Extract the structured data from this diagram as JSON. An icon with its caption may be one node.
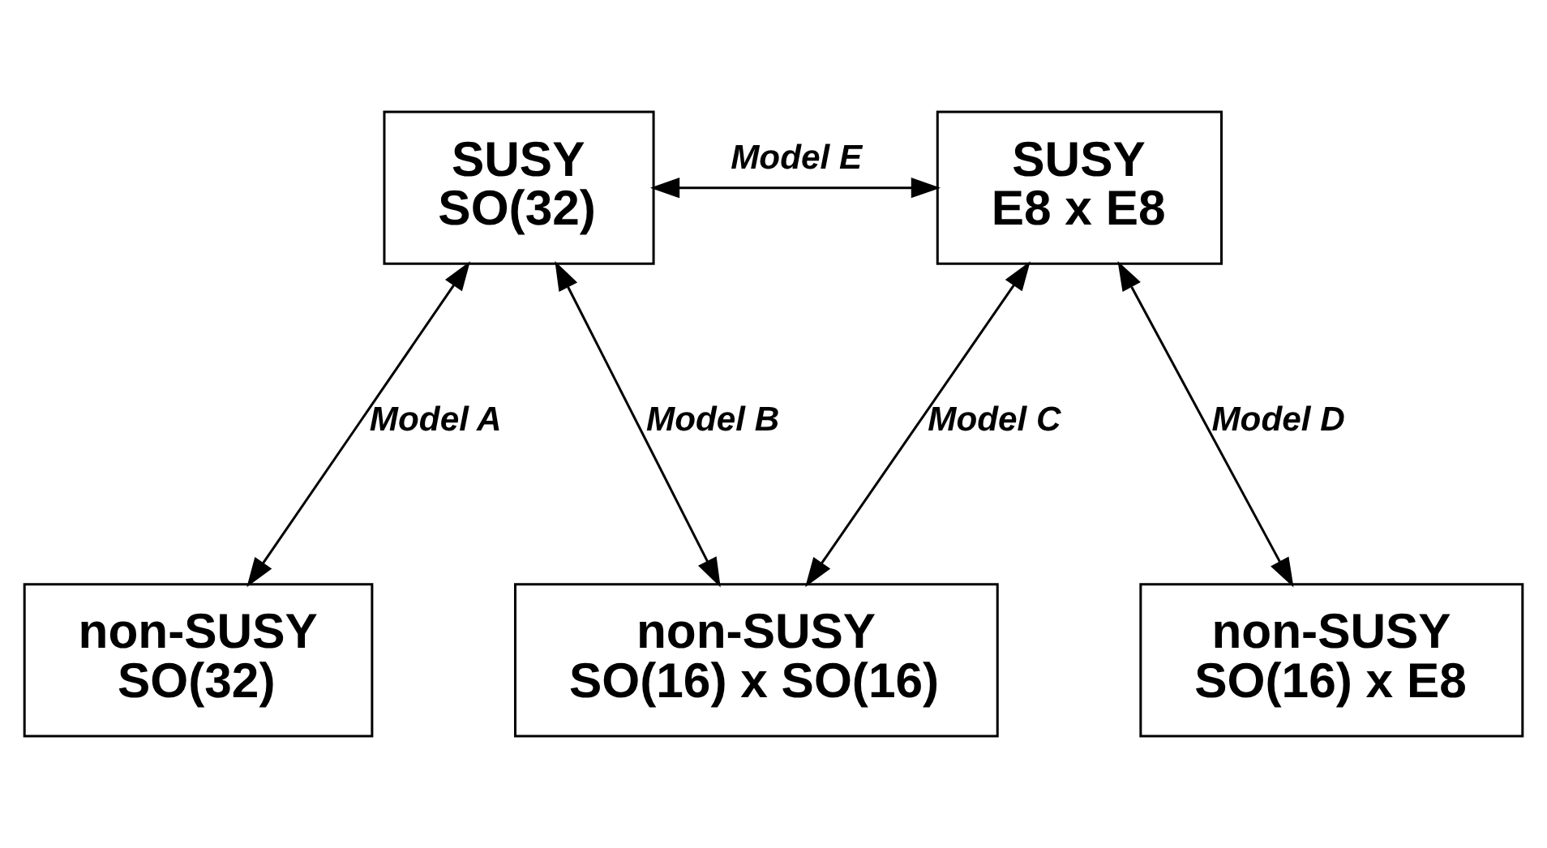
{
  "diagram": {
    "nodes": [
      {
        "text": [
          "SUSY",
          "SO(32)"
        ]
      },
      {
        "text": [
          "SUSY",
          "E8 x E8"
        ]
      },
      {
        "text": [
          "non-SUSY",
          "SO(32)"
        ]
      },
      {
        "text": [
          "non-SUSY",
          "SO(16) x SO(16)"
        ]
      },
      {
        "text": [
          "non-SUSY",
          "SO(16) x E8"
        ]
      }
    ],
    "edges": [
      {
        "from": 0,
        "to": 1,
        "arrow": "both",
        "label": "Model E"
      },
      {
        "from": 0,
        "to": 2,
        "arrow": "both",
        "label": "Model A"
      },
      {
        "from": 0,
        "to": 3,
        "arrow": "both",
        "label": "Model B"
      },
      {
        "from": 1,
        "to": 3,
        "arrow": "both",
        "label": "Model C"
      },
      {
        "from": 1,
        "to": 4,
        "arrow": "both",
        "label": "Model D"
      }
    ]
  }
}
